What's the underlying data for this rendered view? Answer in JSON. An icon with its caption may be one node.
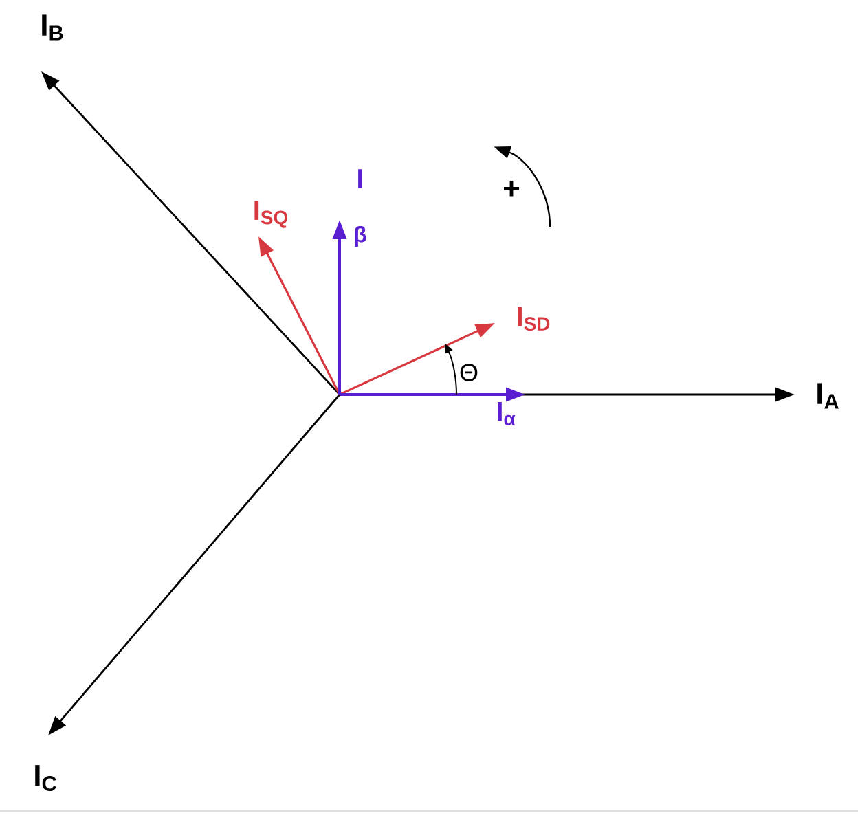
{
  "diagram": {
    "labels": [
      "I$_{B}$",
      "I",
      "+",
      "I$_{SQ}$",
      "β",
      "I$_{SD}$",
      "Θ",
      "I$_{A}$",
      "I$_{α}$",
      "I$_{C}$"
    ]
  }
}
